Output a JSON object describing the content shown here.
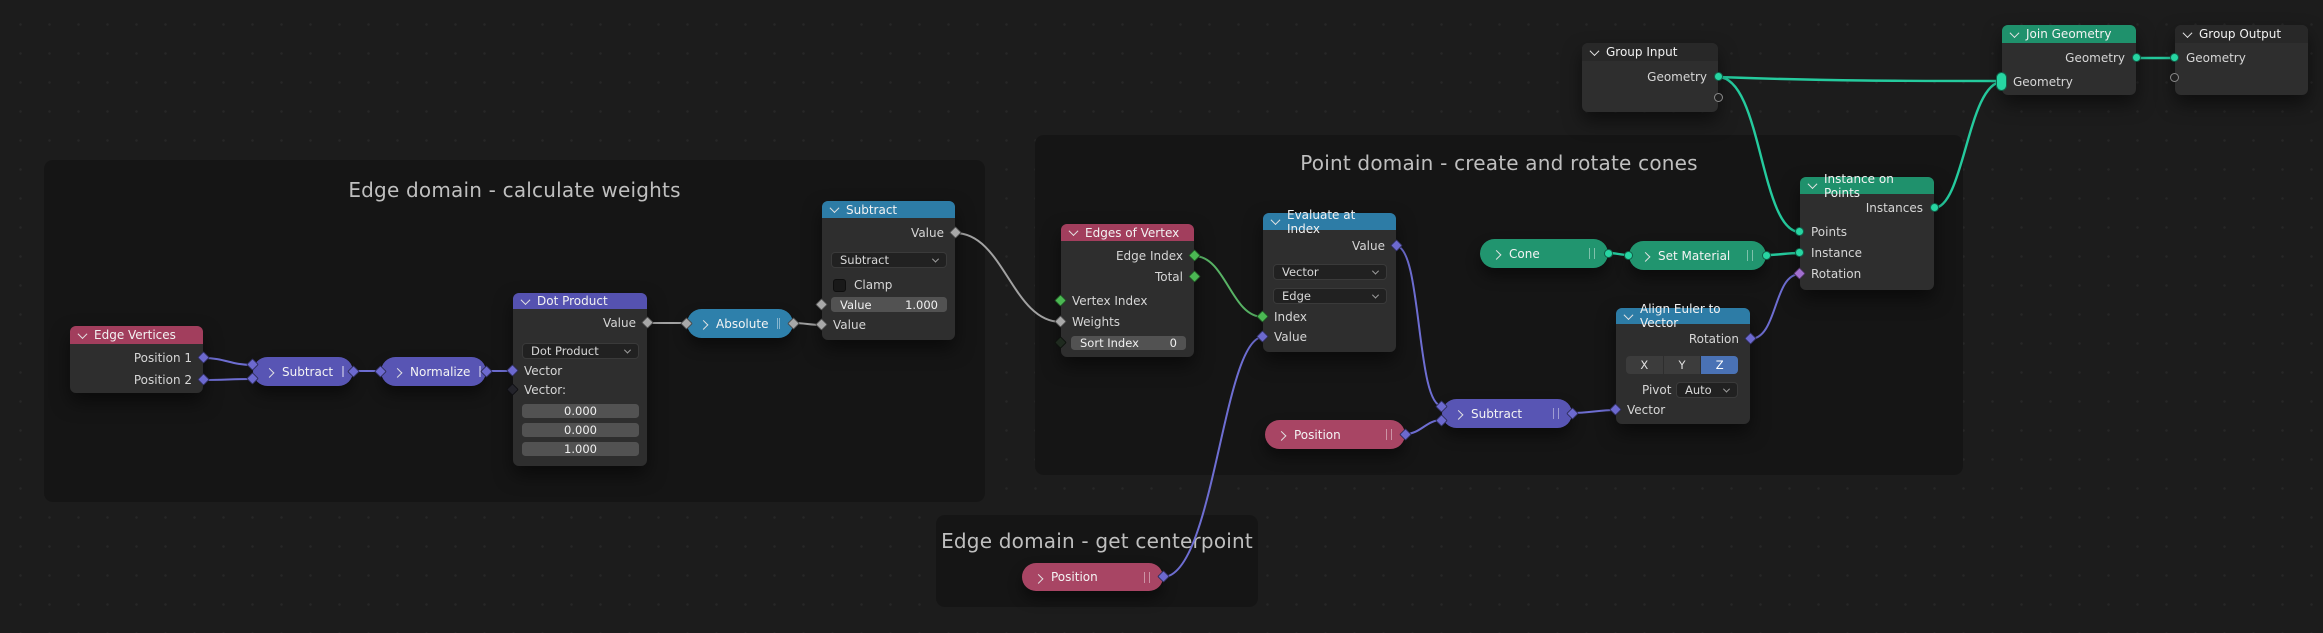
{
  "frames": {
    "edge_weights": {
      "title": "Edge domain - calculate weights"
    },
    "point_domain": {
      "title": "Point domain - create and rotate cones"
    },
    "edge_center": {
      "title": "Edge domain - get centerpoint"
    }
  },
  "nodes": {
    "edge_vertices": {
      "title": "Edge Vertices",
      "outputs": {
        "position1": "Position 1",
        "position2": "Position 2"
      }
    },
    "subtract_vec": {
      "title": "Subtract"
    },
    "normalize": {
      "title": "Normalize"
    },
    "dot_product": {
      "title": "Dot Product",
      "output": "Value",
      "operation": "Dot Product",
      "input_vector": "Vector",
      "vector_label": "Vector:",
      "fields": [
        "0.000",
        "0.000",
        "1.000"
      ]
    },
    "absolute": {
      "title": "Absolute"
    },
    "subtract_math": {
      "title": "Subtract",
      "output": "Value",
      "operation": "Subtract",
      "clamp_label": "Clamp",
      "value_label": "Value",
      "value": "1.000",
      "input": "Value"
    },
    "edges_of_vertex": {
      "title": "Edges of Vertex",
      "outputs": {
        "edge_index": "Edge Index",
        "total": "Total"
      },
      "inputs": {
        "vertex_index": "Vertex Index",
        "weights": "Weights"
      },
      "sort_label": "Sort Index",
      "sort_value": "0"
    },
    "evaluate_at_index": {
      "title": "Evaluate at Index",
      "output": "Value",
      "data_type": "Vector",
      "domain": "Edge",
      "inputs": {
        "index": "Index",
        "value": "Value"
      }
    },
    "cone": {
      "title": "Cone"
    },
    "set_material": {
      "title": "Set Material"
    },
    "instance_on_points": {
      "title": "Instance on Points",
      "output": "Instances",
      "inputs": {
        "points": "Points",
        "instance": "Instance",
        "rotation": "Rotation"
      }
    },
    "align_euler": {
      "title": "Align Euler to Vector",
      "output": "Rotation",
      "axes": [
        "X",
        "Y",
        "Z"
      ],
      "axis_selected": "Z",
      "pivot_label": "Pivot",
      "pivot_value": "Auto",
      "input": "Vector"
    },
    "subtract_vec2": {
      "title": "Subtract"
    },
    "position_mid": {
      "title": "Position"
    },
    "position_bottom": {
      "title": "Position"
    },
    "group_input": {
      "title": "Group Input",
      "output": "Geometry"
    },
    "join_geometry": {
      "title": "Join Geometry",
      "output": "Geometry",
      "input": "Geometry"
    },
    "group_output": {
      "title": "Group Output",
      "input": "Geometry"
    }
  },
  "colors": {
    "canvas_bg": "#1c1c1c",
    "frame_bg": "#151515",
    "node_bg": "#2e2e2e",
    "header_input_red": "#a23e5d",
    "header_vector_purple": "#5552b0",
    "header_utility_blue": "#2d7ca6",
    "header_geometry_green": "#1f916c",
    "header_group_gray": "#282828",
    "socket_geometry": "#27d5a2",
    "socket_vector": "#6c69cf",
    "socket_integer": "#4bb853",
    "socket_float": "#a8a8a8",
    "socket_rotation": "#a16fcf",
    "wire_geometry": "#25cb9e",
    "wire_vector": "#6e6ed2",
    "wire_float": "#a2a2a2",
    "wire_field": "#58b365",
    "axis_active": "#4a72b5"
  }
}
